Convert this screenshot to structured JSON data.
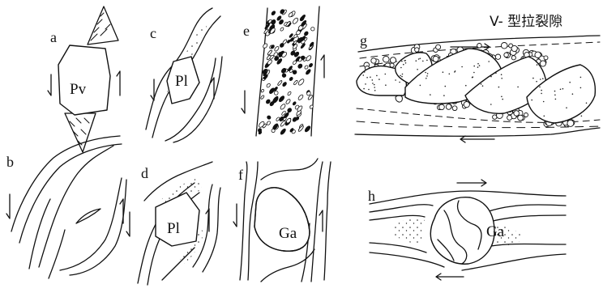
{
  "figure": {
    "title_text": "V- 型拉裂隙",
    "panels": [
      {
        "label": "a",
        "mineral": "Pv"
      },
      {
        "label": "b",
        "mineral": ""
      },
      {
        "label": "c",
        "mineral": "Pl"
      },
      {
        "label": "d",
        "mineral": "Pl"
      },
      {
        "label": "e",
        "mineral": ""
      },
      {
        "label": "f",
        "mineral": "Ga"
      },
      {
        "label": "g",
        "mineral": ""
      },
      {
        "label": "h",
        "mineral": "Ga"
      }
    ]
  }
}
